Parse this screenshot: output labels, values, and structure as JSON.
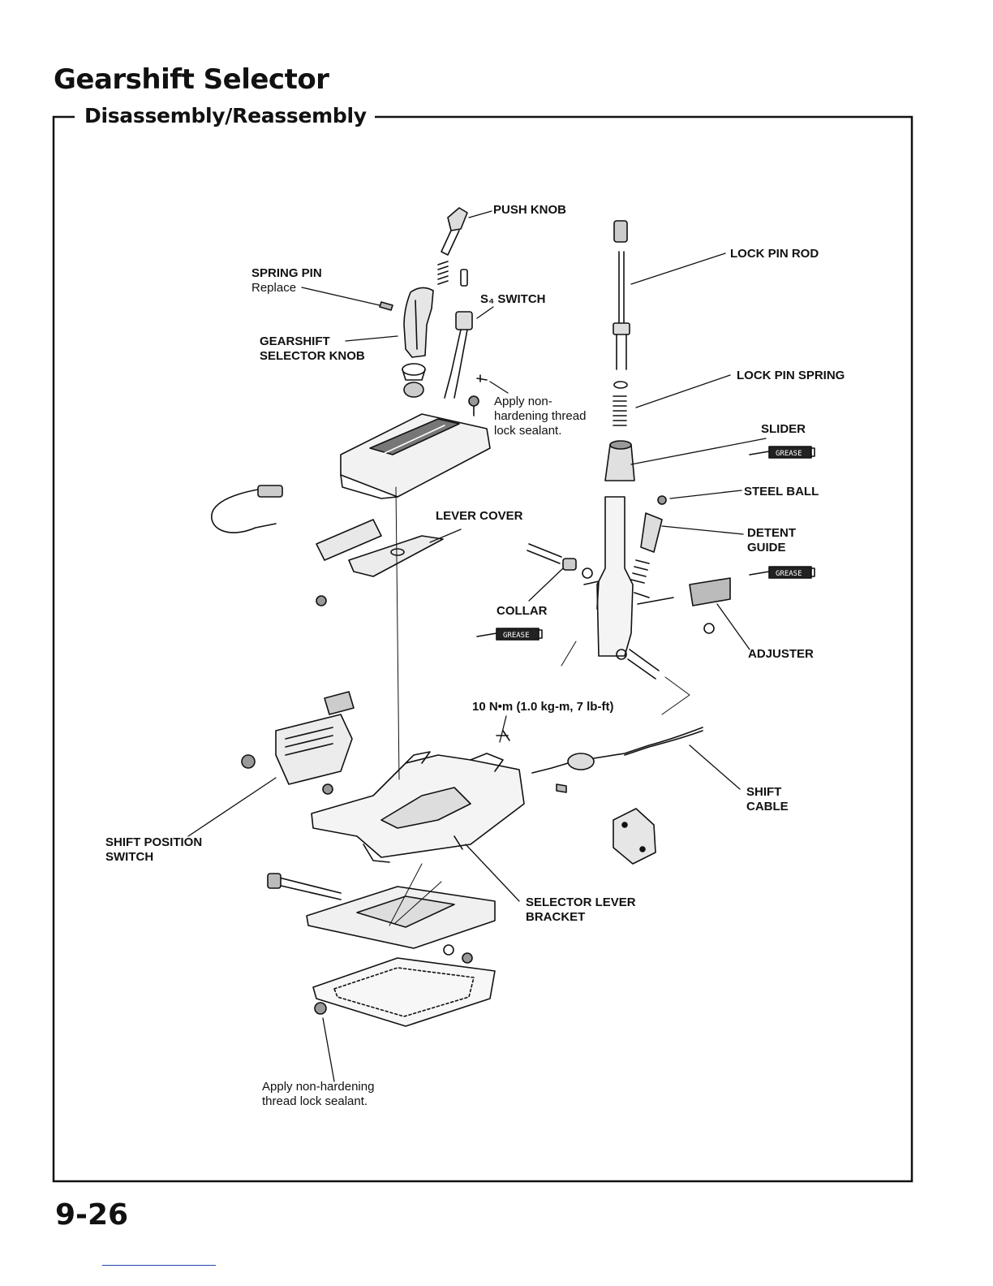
{
  "header": {
    "title": "Gearshift Selector",
    "section": "Disassembly/Reassembly"
  },
  "labels": {
    "push_knob": "PUSH KNOB",
    "spring_pin": "SPRING PIN",
    "spring_pin_note": "Replace",
    "s4_switch": "S₄ SWITCH",
    "gearshift_selector_knob_1": "GEARSHIFT",
    "gearshift_selector_knob_2": "SELECTOR KNOB",
    "sealant_upper_1": "Apply non-",
    "sealant_upper_2": "hardening thread",
    "sealant_upper_3": "lock sealant.",
    "lock_pin_rod": "LOCK PIN ROD",
    "lock_pin_spring": "LOCK PIN SPRING",
    "slider": "SLIDER",
    "steel_ball": "STEEL BALL",
    "detent_guide_1": "DETENT",
    "detent_guide_2": "GUIDE",
    "lever_cover": "LEVER COVER",
    "collar": "COLLAR",
    "adjuster": "ADJUSTER",
    "torque": "10 N•m (1.0 kg-m, 7 lb-ft)",
    "shift_cable_1": "SHIFT",
    "shift_cable_2": "CABLE",
    "shift_position_switch_1": "SHIFT POSITION",
    "shift_position_switch_2": "SWITCH",
    "selector_lever_bracket_1": "SELECTOR LEVER",
    "selector_lever_bracket_2": "BRACKET",
    "sealant_lower_1": "Apply non-hardening",
    "sealant_lower_2": "thread lock sealant.",
    "grease": "GREASE"
  },
  "footer": {
    "page_number": "9-26"
  }
}
